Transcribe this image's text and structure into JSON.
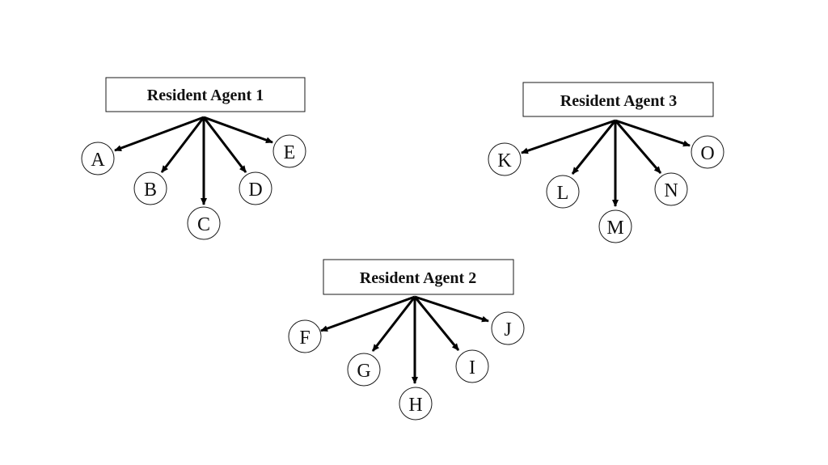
{
  "colors": {
    "background": "#ffffff",
    "stroke": "#000000",
    "text": "#111111"
  },
  "agents": [
    {
      "label": "Resident Agent 1",
      "children": [
        "A",
        "B",
        "C",
        "D",
        "E"
      ]
    },
    {
      "label": "Resident Agent 2",
      "children": [
        "F",
        "G",
        "H",
        "I",
        "J"
      ]
    },
    {
      "label": "Resident Agent 3",
      "children": [
        "K",
        "L",
        "M",
        "N",
        "O"
      ]
    }
  ]
}
